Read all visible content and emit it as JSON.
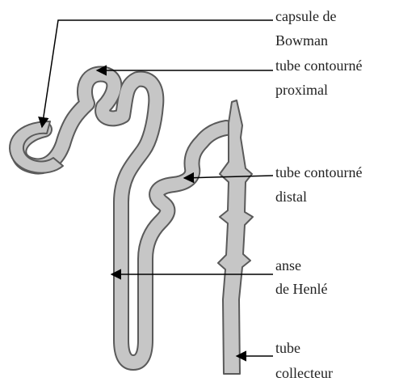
{
  "labels": {
    "capsule_de_bowman": [
      "capsule de",
      "Bowman"
    ],
    "tube_contourne_proximal": [
      "tube contourné",
      "proximal"
    ],
    "tube_contourne_distal": [
      "tube contourné",
      "distal"
    ],
    "anse_de_henle": [
      "anse",
      "de Henlé"
    ],
    "tube_collecteur": [
      "tube",
      "collecteur"
    ]
  },
  "colors": {
    "tube_fill": "#c6c6c6",
    "tube_outline": "#5a5a5a",
    "line": "#000000",
    "text": "#222222"
  }
}
